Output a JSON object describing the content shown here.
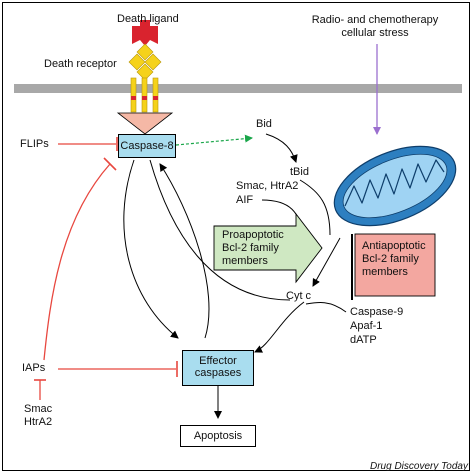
{
  "labels": {
    "death_ligand": "Death ligand",
    "death_receptor": "Death receptor",
    "stress_line1": "Radio- and chemotherapy",
    "stress_line2": "cellular stress",
    "flips": "FLIPs",
    "caspase8": "Caspase-8",
    "bid": "Bid",
    "tbid": "tBid",
    "smac_htra2": "Smac, HtrA2",
    "aif": "AIF",
    "pro_line1": "Proapoptotic",
    "pro_line2": "Bcl-2  family",
    "pro_line3": "members",
    "anti_line1": "Antiapoptotic",
    "anti_line2": "Bcl-2 family",
    "anti_line3": "members",
    "cytc": "Cyt c",
    "caspase9": "Caspase-9",
    "apaf1": "Apaf-1",
    "datp": "dATP",
    "iaps": "IAPs",
    "smac_bottom1": "Smac",
    "smac_bottom2": "HtrA2",
    "effector_line1": "Effector",
    "effector_line2": "caspases",
    "apoptosis": "Apoptosis",
    "credit": "Drug Discovery Today"
  },
  "colors": {
    "membrane": "#a8a8a8",
    "inhibit_red": "#e8473f",
    "activate_green": "#1aa64a",
    "stress_purple": "#9b6fcf",
    "caspase_blue": "#a9ddef",
    "proapoptotic_green": "#cfe8c2",
    "antiapoptotic_red": "#f3a7a0",
    "mito_blue": "#2d7fc0",
    "ligand_red": "#d9232e",
    "receptor_yellow": "#f5d21b",
    "funnel_pink": "#f5b8a6"
  }
}
